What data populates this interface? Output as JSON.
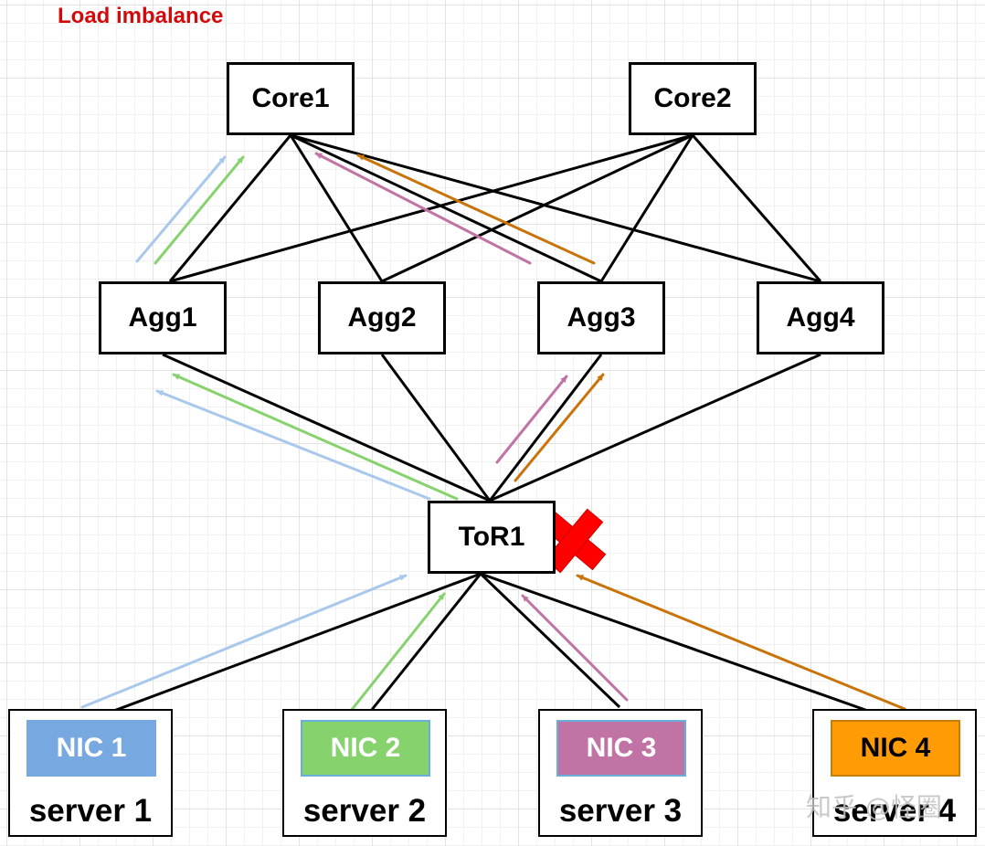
{
  "title": "Load imbalance",
  "nodes": {
    "core1": "Core1",
    "core2": "Core2",
    "agg1": "Agg1",
    "agg2": "Agg2",
    "agg3": "Agg3",
    "agg4": "Agg4",
    "tor1": "ToR1"
  },
  "servers": [
    {
      "nic": "NIC 1",
      "label": "server 1",
      "nic_color": "#77a9e0",
      "nic_border": "#77a9e0",
      "nic_text_color": "#ffffff"
    },
    {
      "nic": "NIC 2",
      "label": "server 2",
      "nic_color": "#86d26d",
      "nic_border": "#6aaedc",
      "nic_text_color": "#ffffff"
    },
    {
      "nic": "NIC 3",
      "label": "server 3",
      "nic_color": "#c173a6",
      "nic_border": "#6aaedc",
      "nic_text_color": "#ffffff"
    },
    {
      "nic": "NIC 4",
      "label": "server 4",
      "nic_color": "#ff9c05",
      "nic_border": "#c77d0a",
      "nic_text_color": "#000000"
    }
  ],
  "flow_colors": {
    "flow1": "#a8c8ec",
    "flow2": "#86d26d",
    "flow3": "#c173a6",
    "flow4": "#c9730b"
  },
  "failure_marker_color": "#ff0000",
  "watermark": "知乎 @怪圈"
}
